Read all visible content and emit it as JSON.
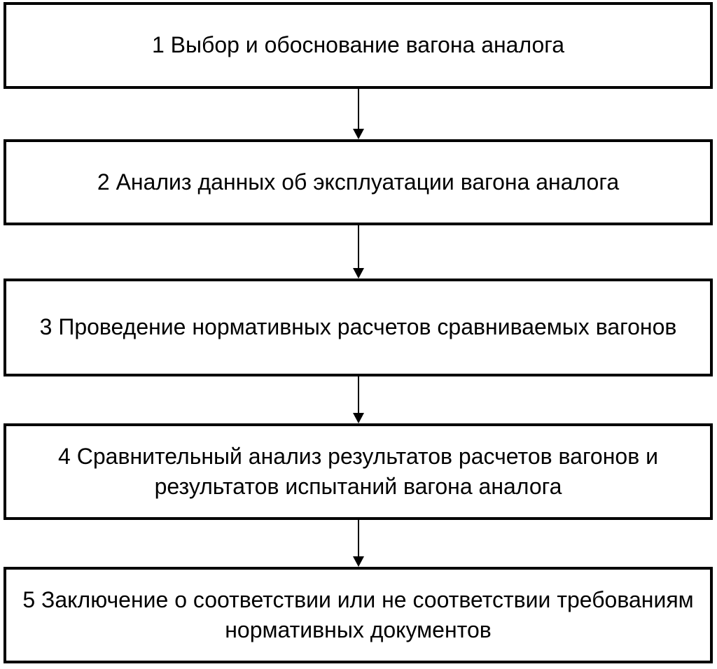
{
  "diagram": {
    "type": "flowchart",
    "direction": "top-down",
    "colors": {
      "background": "#ffffff",
      "box_fill": "#ffffff",
      "box_border": "#000000",
      "text": "#000000",
      "arrow": "#000000"
    },
    "steps": [
      {
        "number": "1",
        "label": "1 Выбор и обоснование вагона аналога"
      },
      {
        "number": "2",
        "label": "2 Анализ данных об эксплуатации вагона аналога"
      },
      {
        "number": "3",
        "label": "3 Проведение нормативных расчетов сравниваемых вагонов"
      },
      {
        "number": "4",
        "label": "4 Сравнительный анализ результатов расчетов вагонов и результатов испытаний вагона аналога"
      },
      {
        "number": "5",
        "label": "5 Заключение о соответствии или не соответствии требованиям нормативных документов"
      }
    ],
    "connectors": [
      {
        "from": "1",
        "to": "2",
        "style": "arrow-down"
      },
      {
        "from": "2",
        "to": "3",
        "style": "arrow-down"
      },
      {
        "from": "3",
        "to": "4",
        "style": "arrow-down"
      },
      {
        "from": "4",
        "to": "5",
        "style": "arrow-down"
      }
    ]
  }
}
